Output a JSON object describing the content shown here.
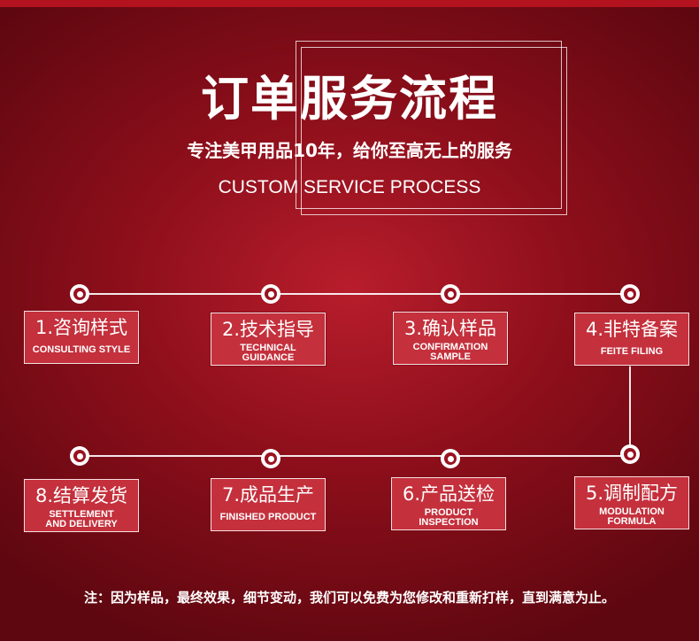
{
  "header": {
    "title": "订单服务流程",
    "subtitle": "专注美甲用品10年，给你至高无上的服务",
    "english_title": "CUSTOM SERVICE PROCESS"
  },
  "steps": [
    {
      "cn": "1.咨询样式",
      "en": "CONSULTING STYLE"
    },
    {
      "cn": "2.技术指导",
      "en": "TECHNICAL\nGUIDANCE"
    },
    {
      "cn": "3.确认样品",
      "en": "CONFIRMATION\nSAMPLE"
    },
    {
      "cn": "4.非特备案",
      "en": "FEITE FILING"
    },
    {
      "cn": "5.调制配方",
      "en": "MODULATION\nFORMULA"
    },
    {
      "cn": "6.产品送检",
      "en": "PRODUCT\nINSPECTION"
    },
    {
      "cn": "7.成品生产",
      "en": "FINISHED PRODUCT"
    },
    {
      "cn": "8.结算发货",
      "en": "SETTLEMENT\nAND DELIVERY"
    }
  ],
  "footnote": "注：因为样品，最终效果，细节变动，我们可以免费为您修改和重新打样，直到满意为止。",
  "colors": {
    "background": "#8e0f1b",
    "box": "#c4303c",
    "line": "#ffffff"
  }
}
